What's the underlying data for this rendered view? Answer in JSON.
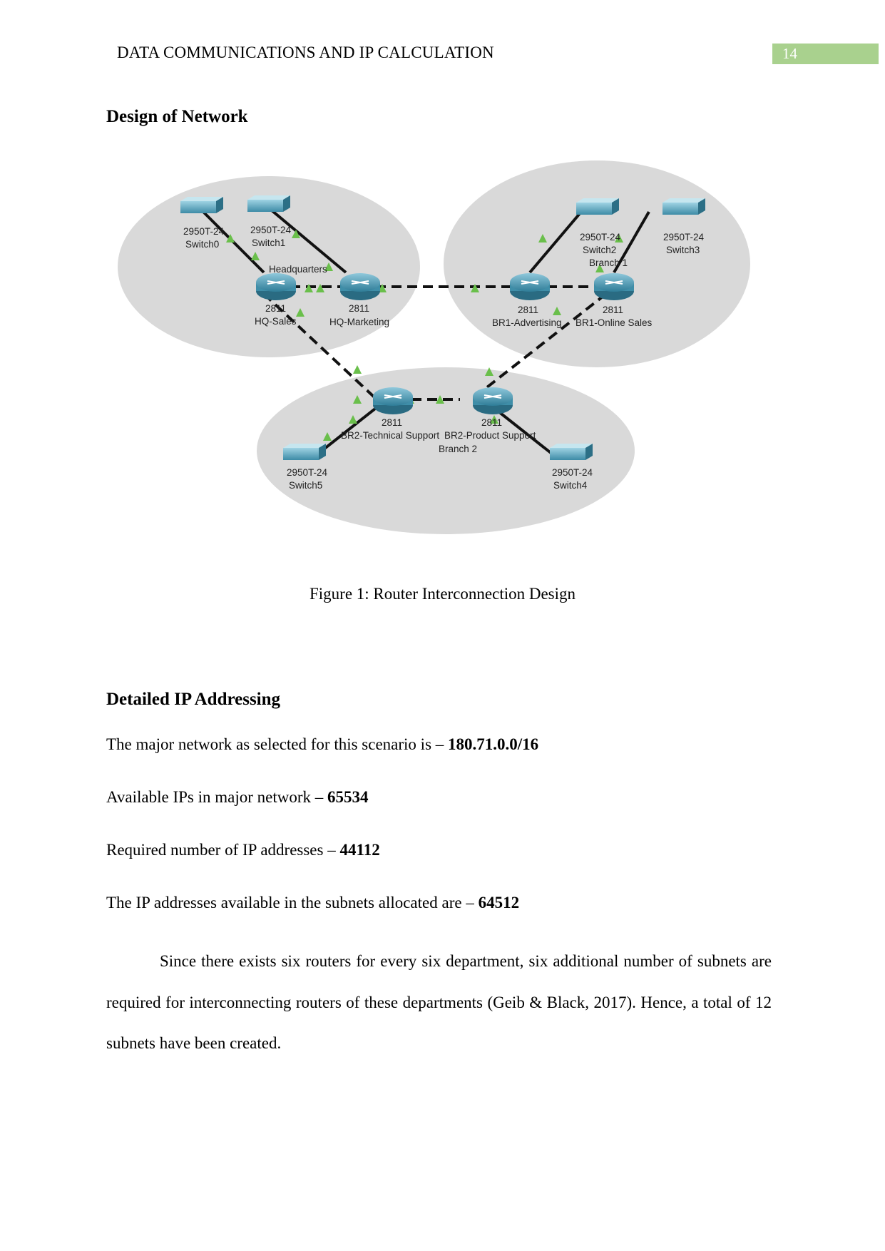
{
  "header": {
    "title": "DATA COMMUNICATIONS AND IP CALCULATION",
    "page_number": "14",
    "page_number_bg": "#a9d18e"
  },
  "section1": {
    "heading": "Design of Network"
  },
  "diagram": {
    "zones": [
      {
        "name": "Headquarters"
      },
      {
        "name": "Branch 1"
      },
      {
        "name": "Branch 2"
      }
    ],
    "switches": [
      {
        "model": "2950T-24",
        "name": "Switch0"
      },
      {
        "model": "2950T-24",
        "name": "Switch1"
      },
      {
        "model": "2950T-24",
        "name": "Switch2"
      },
      {
        "model": "2950T-24",
        "name": "Switch3"
      },
      {
        "model": "2950T-24",
        "name": "Switch4"
      },
      {
        "model": "2950T-24",
        "name": "Switch5"
      }
    ],
    "routers": [
      {
        "model": "2811",
        "name": "HQ-Sales"
      },
      {
        "model": "2811",
        "name": "HQ-Marketing"
      },
      {
        "model": "2811",
        "name": "BR1-Advertising"
      },
      {
        "model": "2811",
        "name": "BR1-Online Sales"
      },
      {
        "model": "2811",
        "name": "BR2-Technical Support"
      },
      {
        "model": "2811",
        "name": "BR2-Product Support"
      }
    ],
    "colors": {
      "zone": "#d9d9d9",
      "link_up": "#6abf4b",
      "router": "#3f8ea8",
      "switch": "#4f9fb8"
    }
  },
  "caption": "Figure 1: Router Interconnection Design",
  "section2": {
    "heading": "Detailed IP Addressing",
    "lines": [
      {
        "label": "The major network as selected for this scenario is – ",
        "value": "180.71.0.0/16"
      },
      {
        "label": "Available IPs in major network – ",
        "value": "65534"
      },
      {
        "label": "Required number of IP addresses – ",
        "value": "44112"
      },
      {
        "label": "The IP addresses available in the subnets allocated are – ",
        "value": "64512"
      }
    ],
    "paragraph": "Since there exists six routers for every six department, six additional number of subnets are required for interconnecting routers of these departments (Geib & Black, 2017). Hence, a total of 12 subnets have been created."
  }
}
